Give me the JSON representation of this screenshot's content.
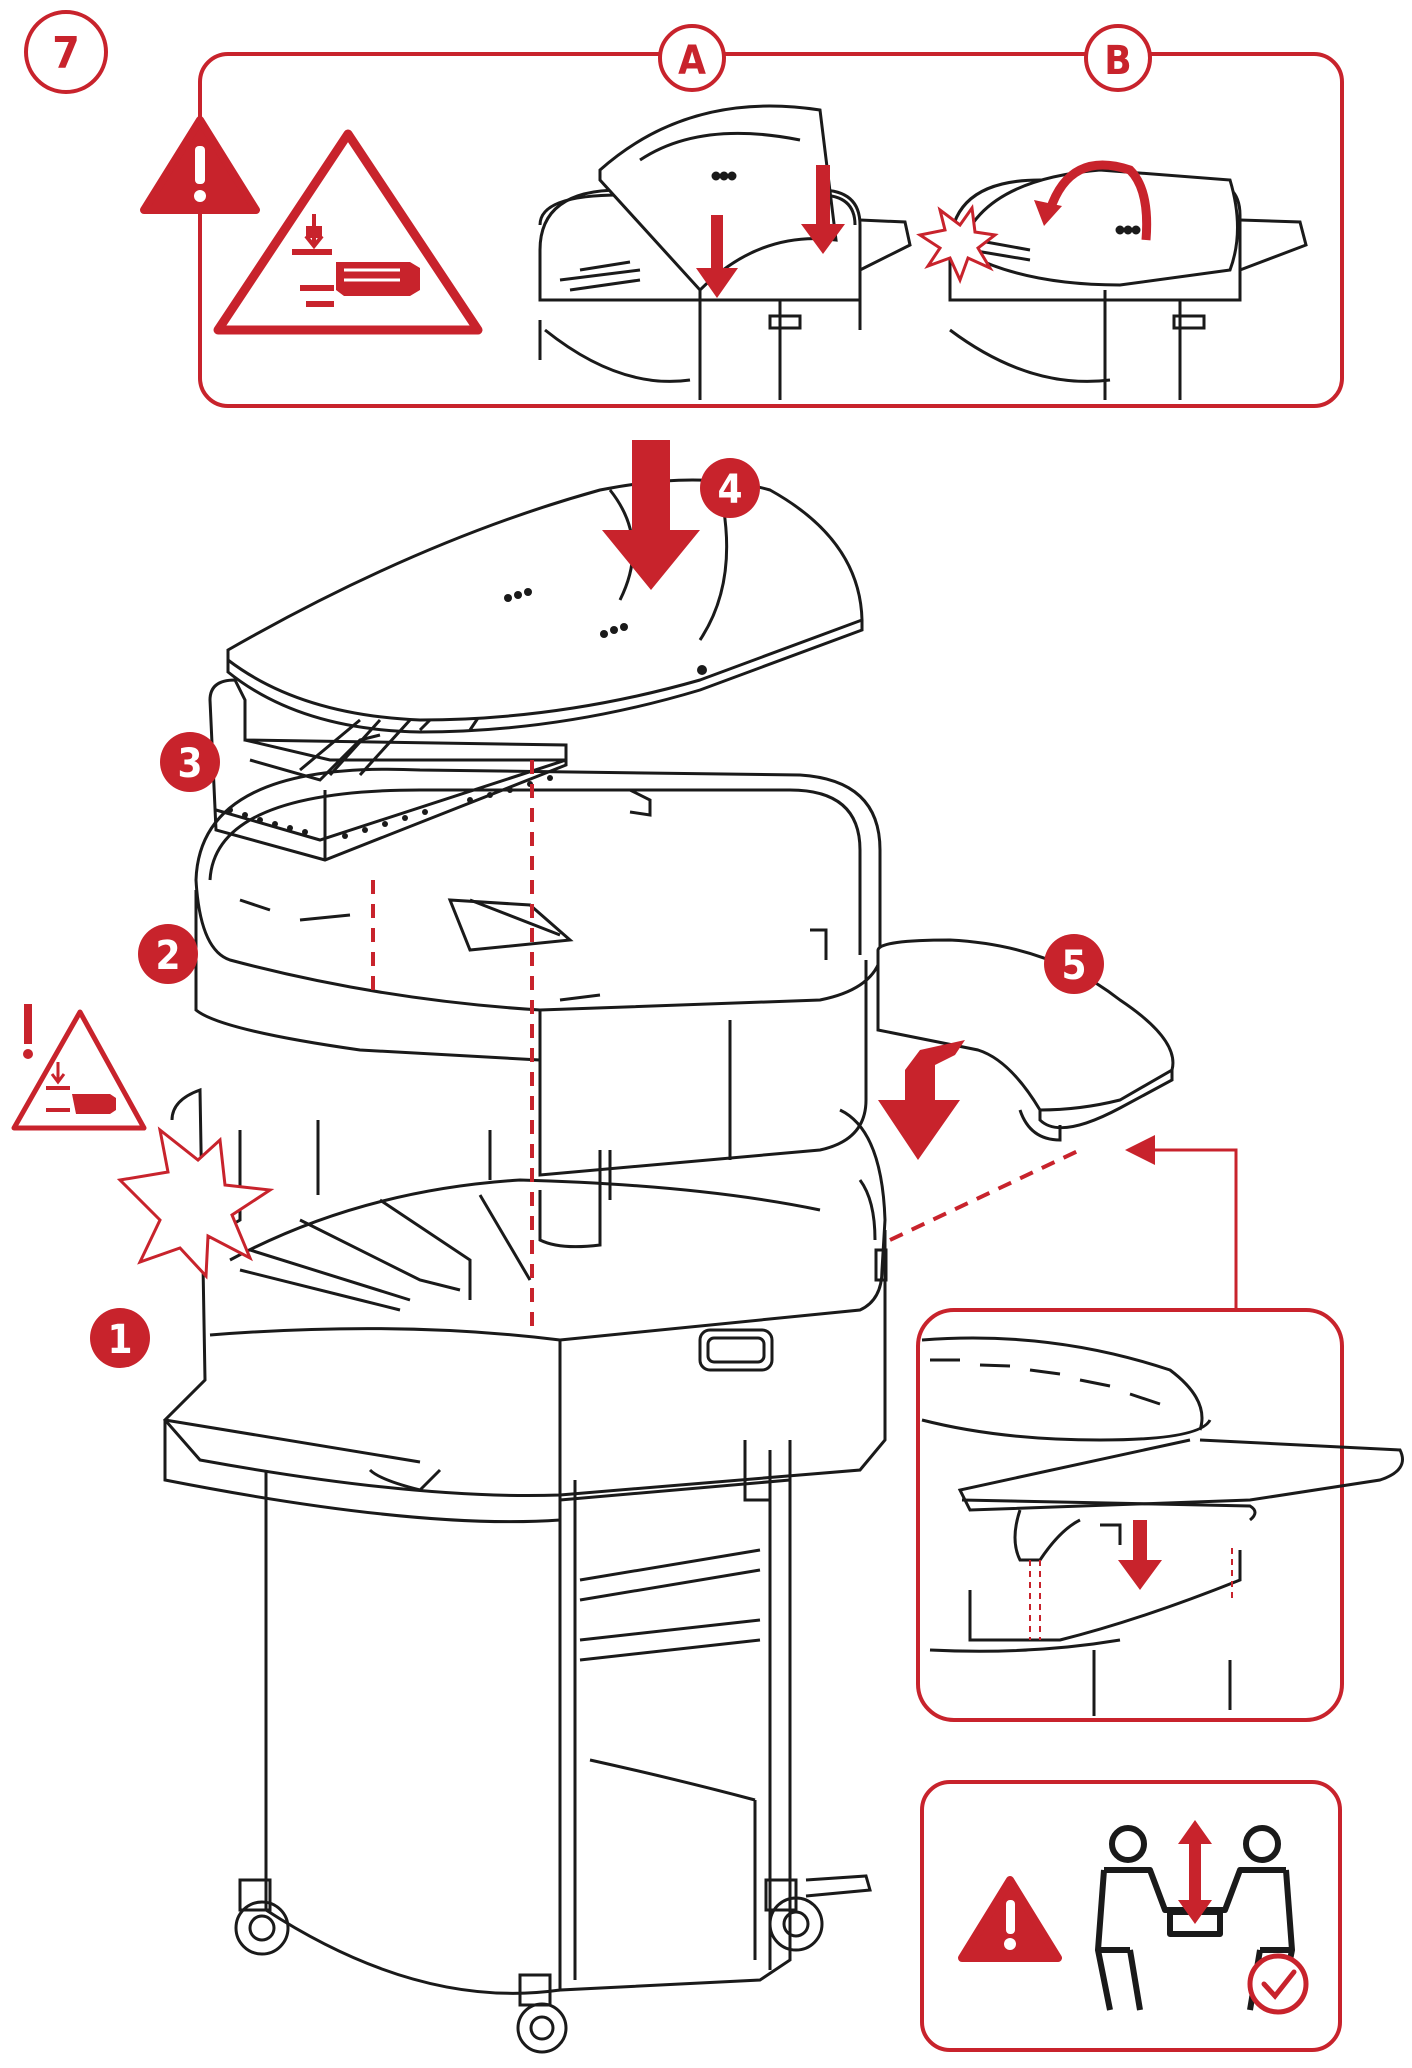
{
  "step": {
    "number": "7"
  },
  "detail_panel": {
    "labels": [
      "A",
      "B"
    ]
  },
  "callouts": [
    "1",
    "2",
    "3",
    "4",
    "5"
  ],
  "colors": {
    "accent": "#c8232c",
    "line": "#1a1a1a",
    "background": "#ffffff"
  },
  "icons": [
    "warning-icon",
    "hand-pinch-hazard-icon",
    "two-person-lift-icon",
    "check-icon",
    "rotate-arrow-icon",
    "down-arrow-icon"
  ]
}
